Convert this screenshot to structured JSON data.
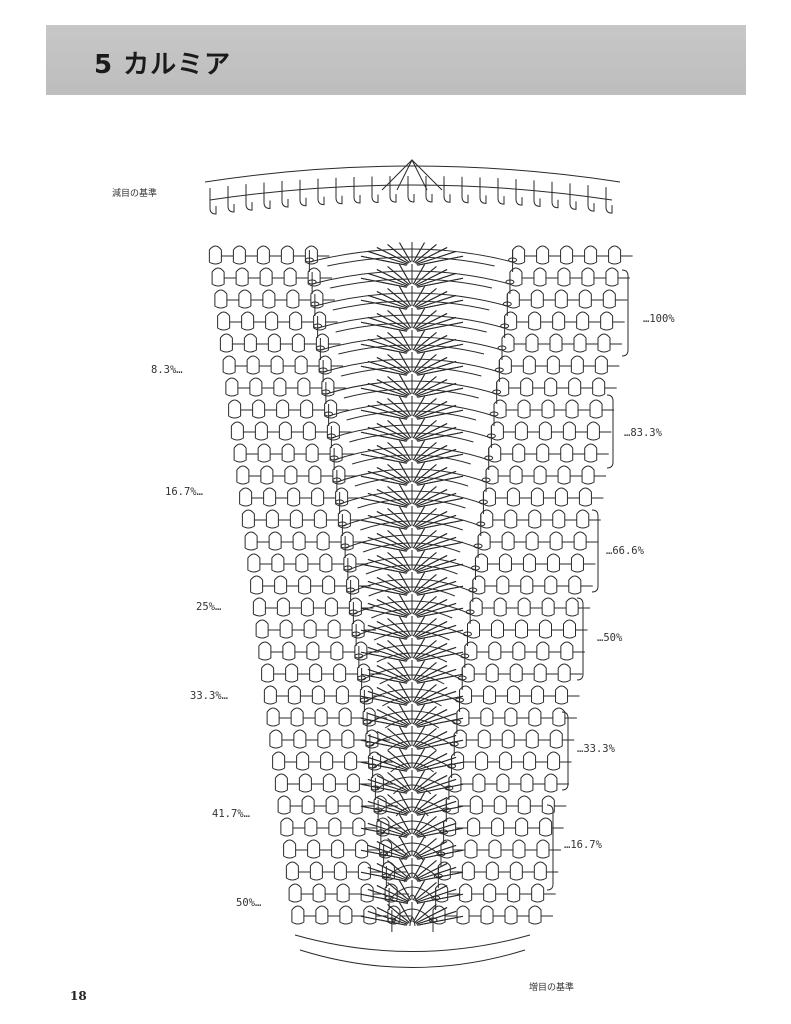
{
  "header": {
    "title": "5 カルミア"
  },
  "chart_labels": {
    "top_reference": "減目の基準",
    "bottom_reference": "増目の基準",
    "left_percentages": [
      "8.3%…",
      "16.7%…",
      "25%…",
      "33.3%…",
      "41.7%…",
      "50%…"
    ],
    "right_percentages": [
      "…100%",
      "…83.3%",
      "…66.6%",
      "…50%",
      "…33.3%",
      "…16.7%"
    ]
  },
  "page_number": "18",
  "colors": {
    "header_band": "#c4c4c4",
    "ink": "#2a2a2a"
  }
}
